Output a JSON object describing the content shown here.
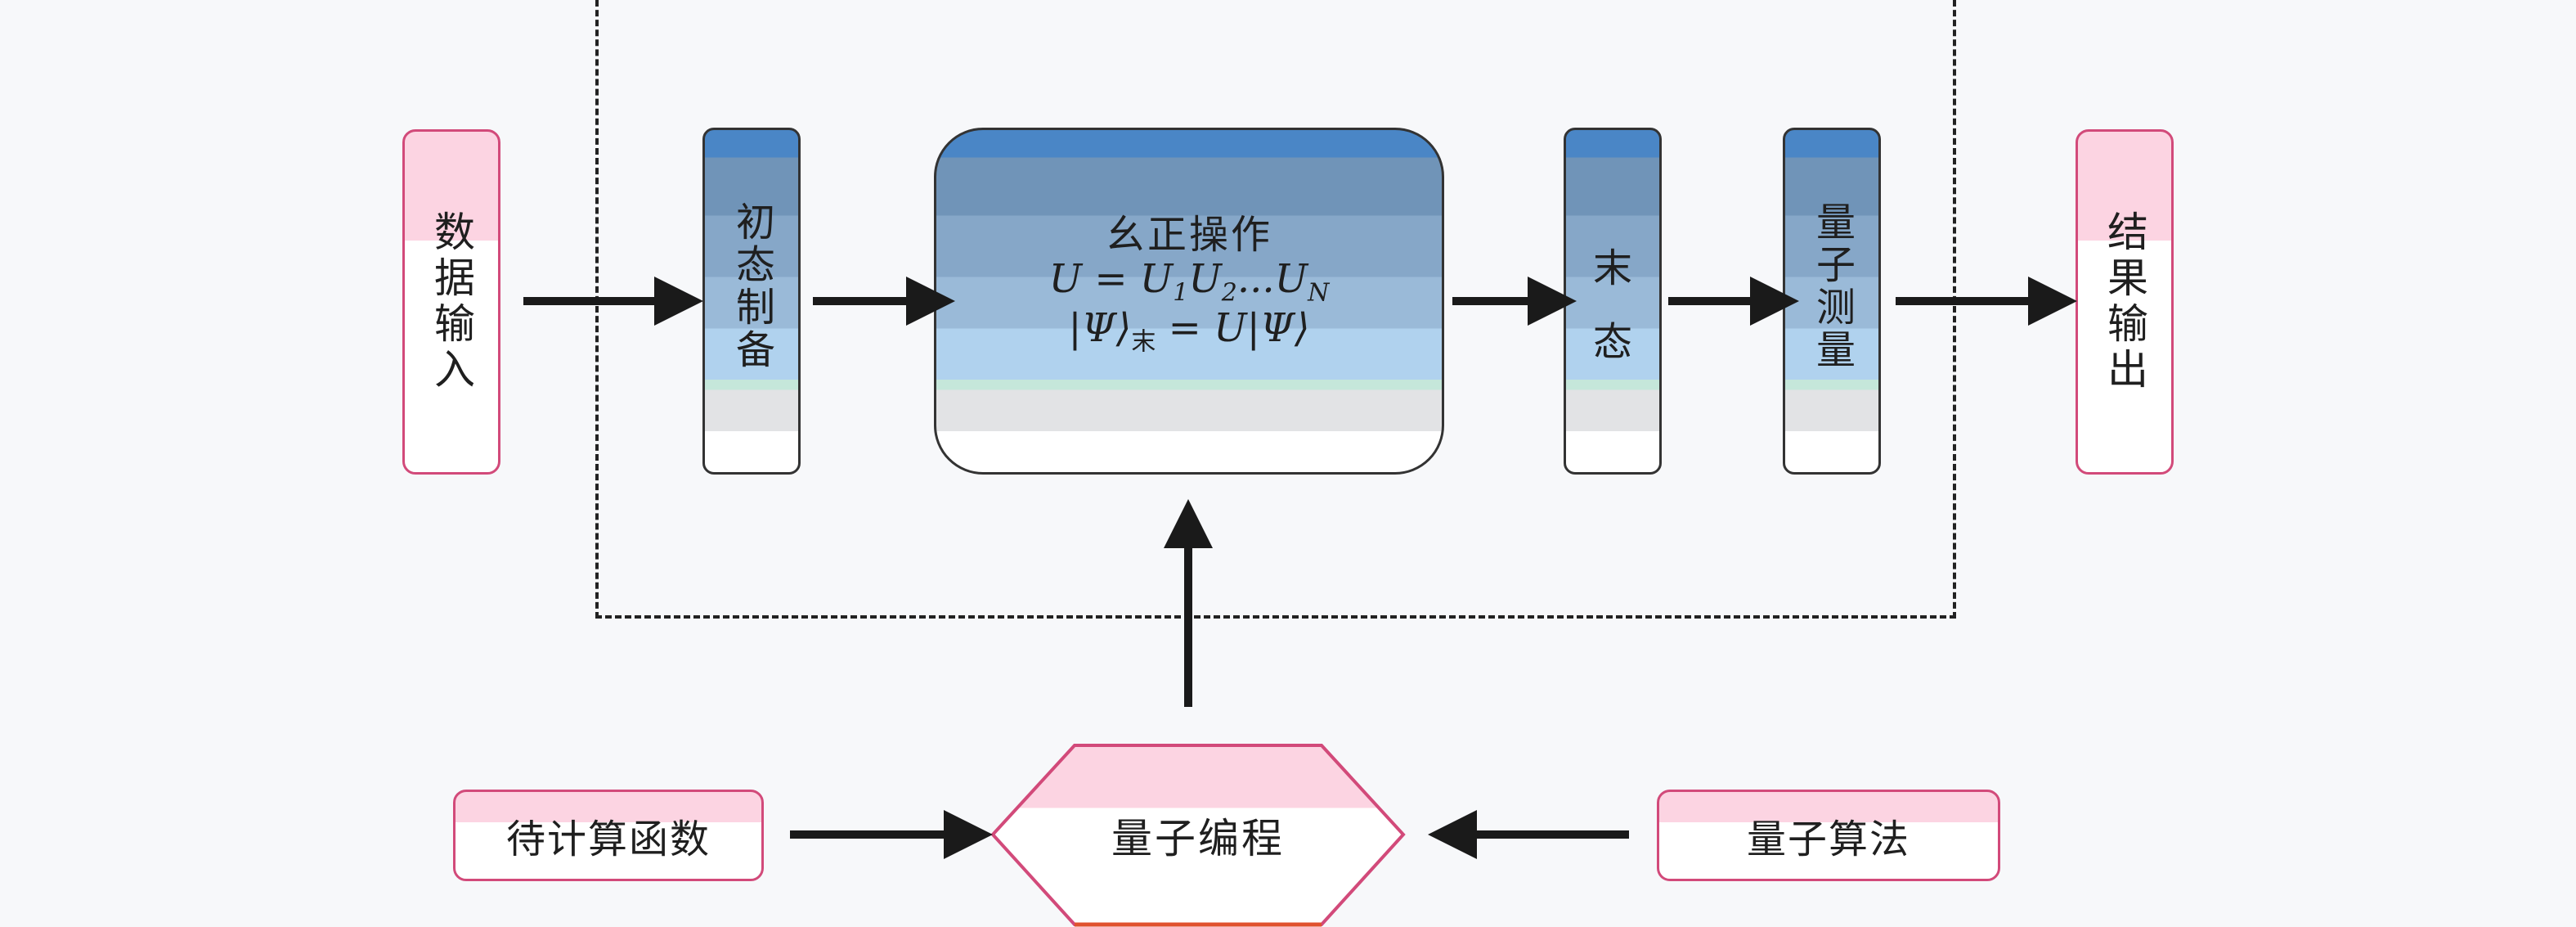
{
  "input_box": {
    "label": "数据输入"
  },
  "output_box": {
    "label": "结果输出"
  },
  "stages": {
    "init": {
      "label": "初态制备"
    },
    "unitary": {
      "title": "幺正操作",
      "formula1": {
        "lhs": "U",
        "eq": " = ",
        "rhs": [
          "U",
          "1",
          "U",
          "2",
          "...U",
          "N"
        ]
      },
      "formula2": {
        "psi": "|Ψ⟩",
        "sub": "末",
        "rest": " = U|Ψ⟩"
      }
    },
    "final_state": {
      "top": "末",
      "bottom": "态"
    },
    "measure": {
      "label": "量子测量"
    }
  },
  "bottom": {
    "function_box": {
      "label": "待计算函数"
    },
    "programming": {
      "label": "量子编程"
    },
    "algorithm_box": {
      "label": "量子算法"
    }
  },
  "colors": {
    "pink_border": "#d24a7a",
    "pink_fill": "#fcd4e2",
    "stage_border": "#333333",
    "arrow": "#1a1a1a"
  }
}
